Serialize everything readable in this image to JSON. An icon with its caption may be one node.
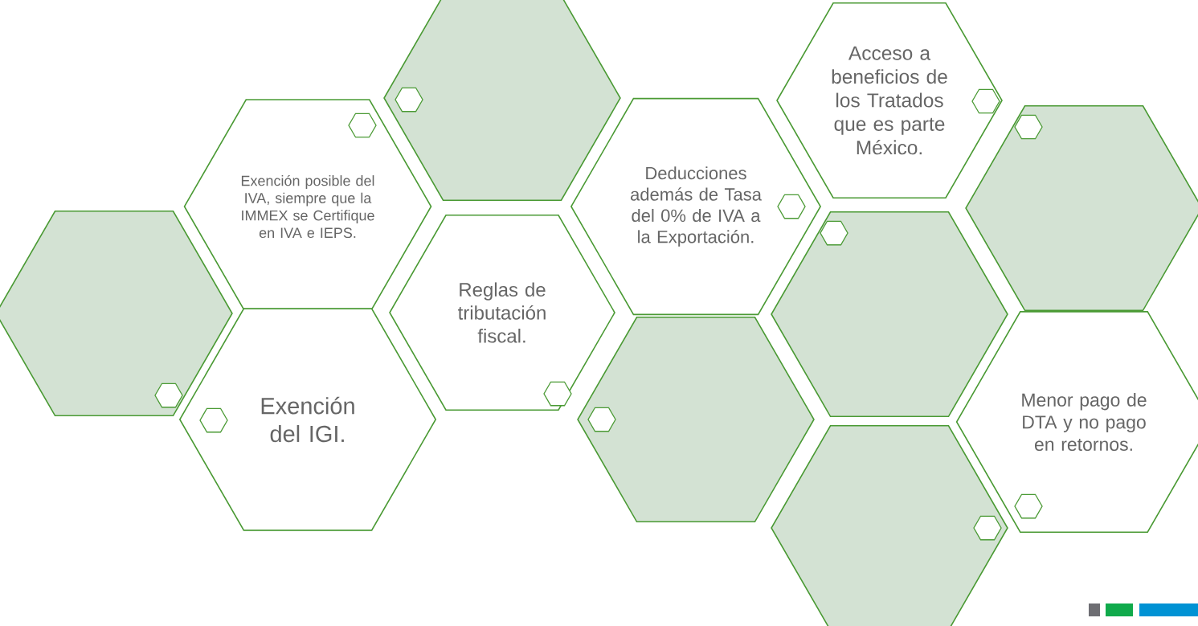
{
  "diagram": {
    "nodes": [
      {
        "text": [],
        "shape": "hexagon"
      },
      {
        "text": [
          "Exención posible del IVA, siempre que la IMMEX se Certifique en IVA e IEPS."
        ]
      },
      {
        "text": [
          "Exención del IGI."
        ]
      },
      {
        "text": [],
        "shape": "hexagon"
      },
      {
        "text": [
          "Reglas de tributación fiscal."
        ]
      },
      {
        "text": [
          "Deducciones además de Tasa del 0% de IVA a la Exportación."
        ]
      },
      {
        "text": [],
        "shape": "hexagon"
      },
      {
        "text": [
          "Acceso a beneficios de los Tratados que es parte México."
        ]
      },
      {
        "text": [],
        "shape": "hexagon"
      },
      {
        "text": [],
        "shape": "hexagon"
      },
      {
        "text": [],
        "shape": "hexagon"
      },
      {
        "text": [
          "Menor pago de DTA y no pago en retornos."
        ]
      }
    ]
  }
}
